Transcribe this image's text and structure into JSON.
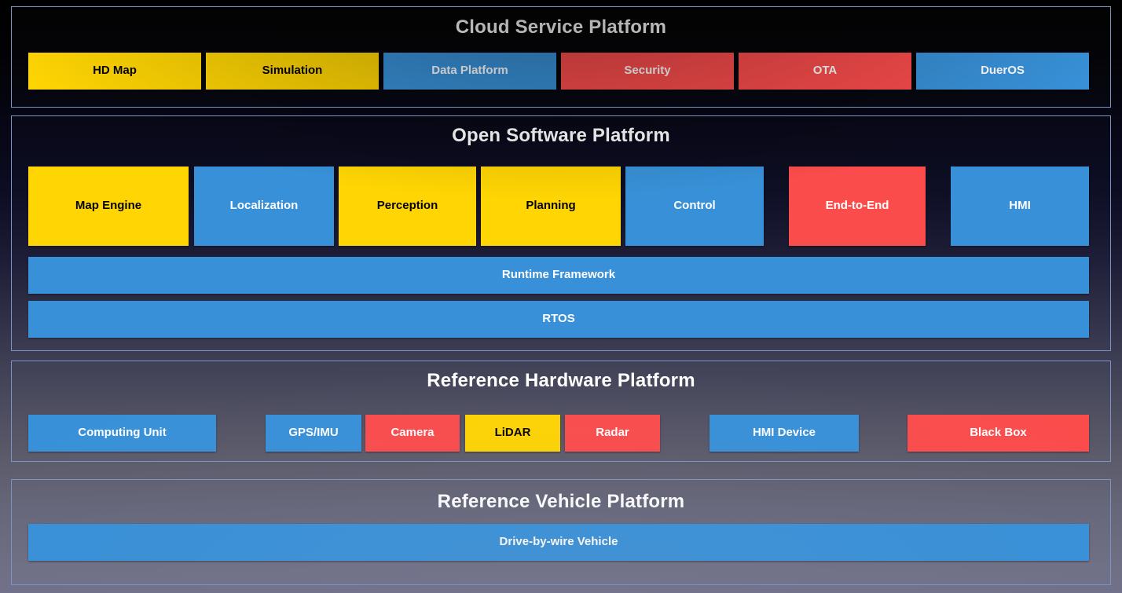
{
  "diagram": {
    "title_visible": false,
    "palette": {
      "yellow": "#ffd500",
      "blue": "#3690d8",
      "red": "#fb4a4a",
      "panel_border": "#7d93c4",
      "text_light": "#ffffff",
      "text_dark": "#000000"
    },
    "layers": [
      {
        "id": "cloud-service-platform",
        "title": "Cloud Service Platform",
        "items": [
          {
            "label": "HD Map",
            "color": "yellow"
          },
          {
            "label": "Simulation",
            "color": "yellow"
          },
          {
            "label": "Data Platform",
            "color": "blue"
          },
          {
            "label": "Security",
            "color": "red"
          },
          {
            "label": "OTA",
            "color": "red"
          },
          {
            "label": "DuerOS",
            "color": "blue"
          }
        ]
      },
      {
        "id": "open-software-platform",
        "title": "Open Software Platform",
        "items": [
          {
            "label": "Map Engine",
            "color": "yellow"
          },
          {
            "label": "Localization",
            "color": "blue"
          },
          {
            "label": "Perception",
            "color": "yellow"
          },
          {
            "label": "Planning",
            "color": "yellow"
          },
          {
            "label": "Control",
            "color": "blue"
          },
          {
            "label": "End-to-End",
            "color": "red"
          },
          {
            "label": "HMI",
            "color": "blue"
          }
        ],
        "bars": [
          {
            "label": "Runtime Framework",
            "color": "blue"
          },
          {
            "label": "RTOS",
            "color": "blue"
          }
        ]
      },
      {
        "id": "reference-hardware-platform",
        "title": "Reference Hardware Platform",
        "items": [
          {
            "label": "Computing Unit",
            "color": "blue"
          },
          {
            "label": "GPS/IMU",
            "color": "blue"
          },
          {
            "label": "Camera",
            "color": "red"
          },
          {
            "label": "LiDAR",
            "color": "yellow"
          },
          {
            "label": "Radar",
            "color": "red"
          },
          {
            "label": "HMI Device",
            "color": "blue"
          },
          {
            "label": "Black Box",
            "color": "red"
          }
        ]
      },
      {
        "id": "reference-vehicle-platform",
        "title": "Reference Vehicle Platform",
        "items": [
          {
            "label": "Drive-by-wire Vehicle",
            "color": "blue"
          }
        ]
      }
    ]
  }
}
